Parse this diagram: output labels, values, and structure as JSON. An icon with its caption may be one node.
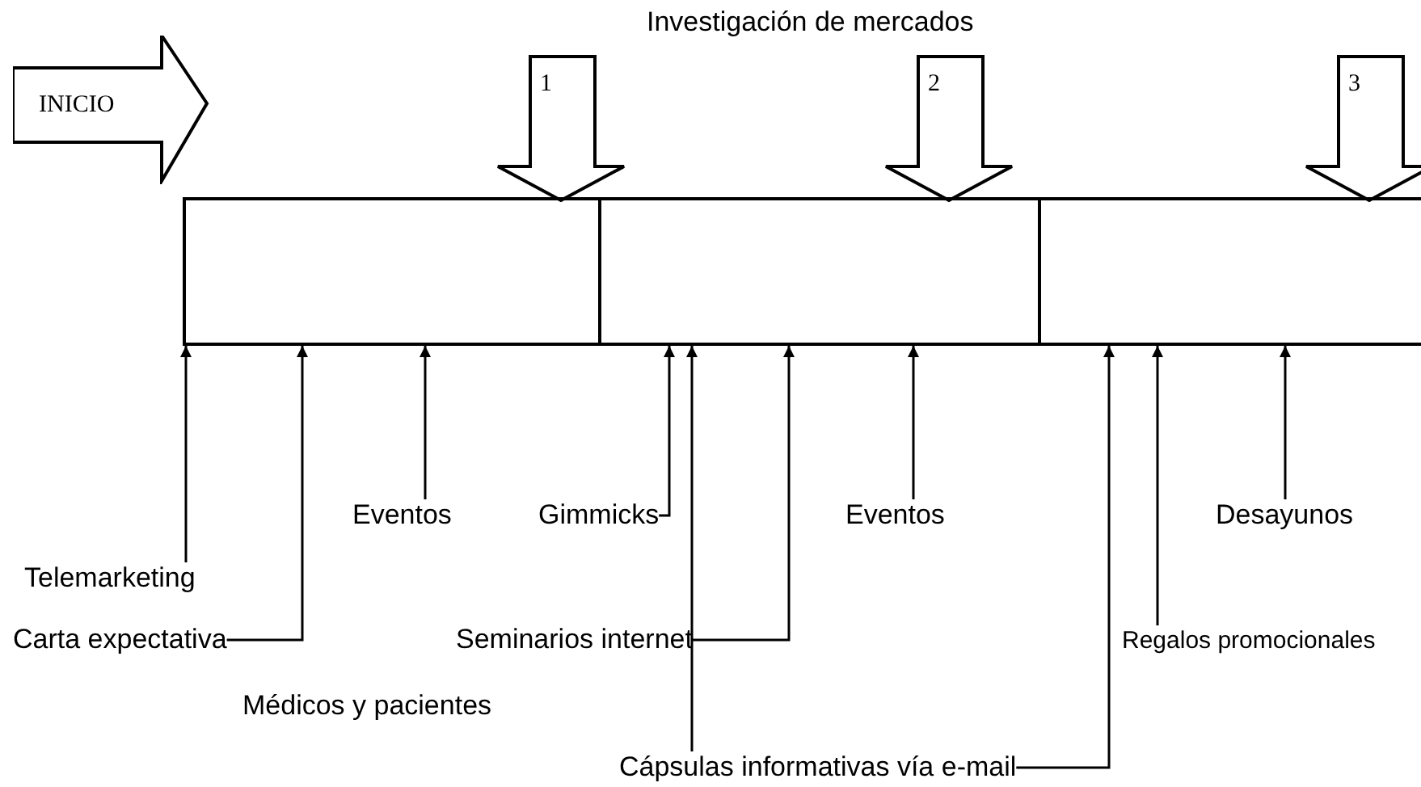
{
  "diagram": {
    "title": "Investigación de mercados",
    "nodes": [
      {
        "text": [
          "INICIO"
        ]
      },
      {
        "text": [
          "1"
        ]
      },
      {
        "text": [
          "2"
        ]
      },
      {
        "text": [
          "3"
        ]
      },
      {
        "text": [],
        "shape": "box"
      },
      {
        "text": [],
        "shape": "box"
      },
      {
        "text": [],
        "shape": "box"
      },
      {
        "text": [
          "Telemarketing"
        ]
      },
      {
        "text": [
          "Carta expectativa"
        ]
      },
      {
        "text": [
          "Eventos"
        ]
      },
      {
        "text": [
          "Gimmicks"
        ]
      },
      {
        "text": [
          "Seminarios internet"
        ]
      },
      {
        "text": [
          "Cápsulas informativas vía e-mail"
        ]
      },
      {
        "text": [
          "Eventos"
        ]
      },
      {
        "text": [
          "Regalos promocionales"
        ]
      },
      {
        "text": [
          "Desayunos"
        ]
      }
    ],
    "edges": [
      {
        "from": 7,
        "to": 4,
        "arrow": "to"
      },
      {
        "from": 8,
        "to": 4,
        "arrow": "to"
      },
      {
        "from": 9,
        "to": 4,
        "arrow": "to"
      },
      {
        "from": 10,
        "to": 5,
        "arrow": "to"
      },
      {
        "from": 12,
        "to": 5,
        "arrow": "to"
      },
      {
        "from": 11,
        "to": 5,
        "arrow": "to"
      },
      {
        "from": 13,
        "to": 5,
        "arrow": "to"
      },
      {
        "from": 12,
        "to": 6,
        "arrow": "to"
      },
      {
        "from": 14,
        "to": 6,
        "arrow": "to"
      },
      {
        "from": 15,
        "to": 6,
        "arrow": "to"
      }
    ],
    "labels": [
      "Médicos y pacientes"
    ]
  }
}
